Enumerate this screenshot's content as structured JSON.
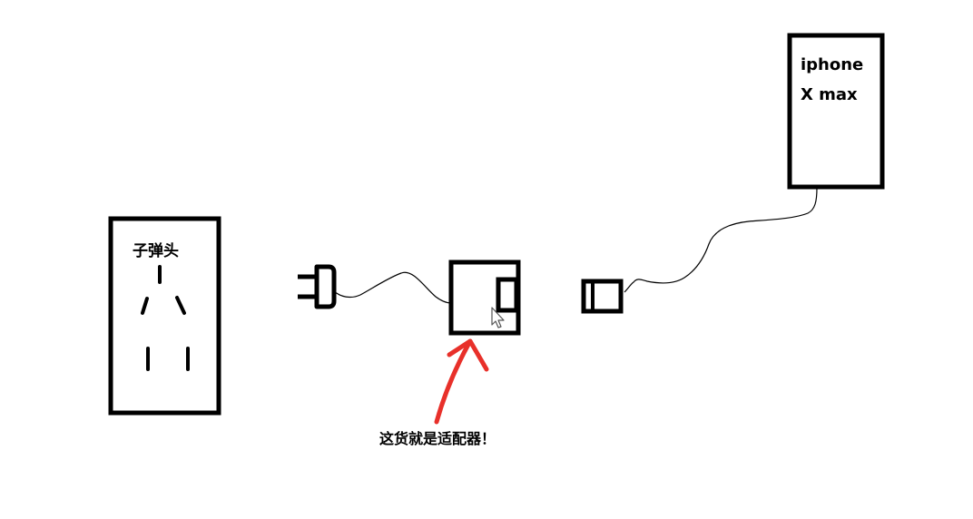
{
  "socket": {
    "label": "子弹头"
  },
  "phone": {
    "line1": "iphone",
    "line2": "X max"
  },
  "annotation": {
    "text": "这货就是适配器！"
  },
  "colors": {
    "stroke": "#000000",
    "arrow": "#e8302a",
    "background": "#ffffff"
  },
  "icons": [
    "socket-icon",
    "plug-icon",
    "adapter-icon",
    "cable-connector-icon",
    "phone-icon",
    "mouse-cursor-icon",
    "arrow-icon"
  ]
}
